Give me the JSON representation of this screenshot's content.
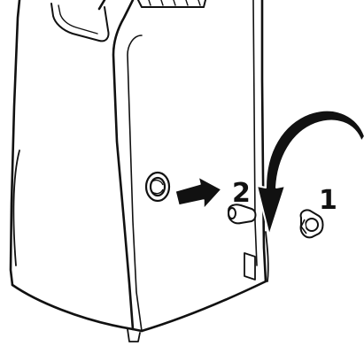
{
  "steps": [
    {
      "label": "1",
      "action": "remove-cap"
    },
    {
      "label": "2",
      "action": "pull-plug"
    }
  ],
  "colors": {
    "outline": "#111111",
    "body_fill": "#ffffff",
    "arrow_fill": "#111111"
  }
}
